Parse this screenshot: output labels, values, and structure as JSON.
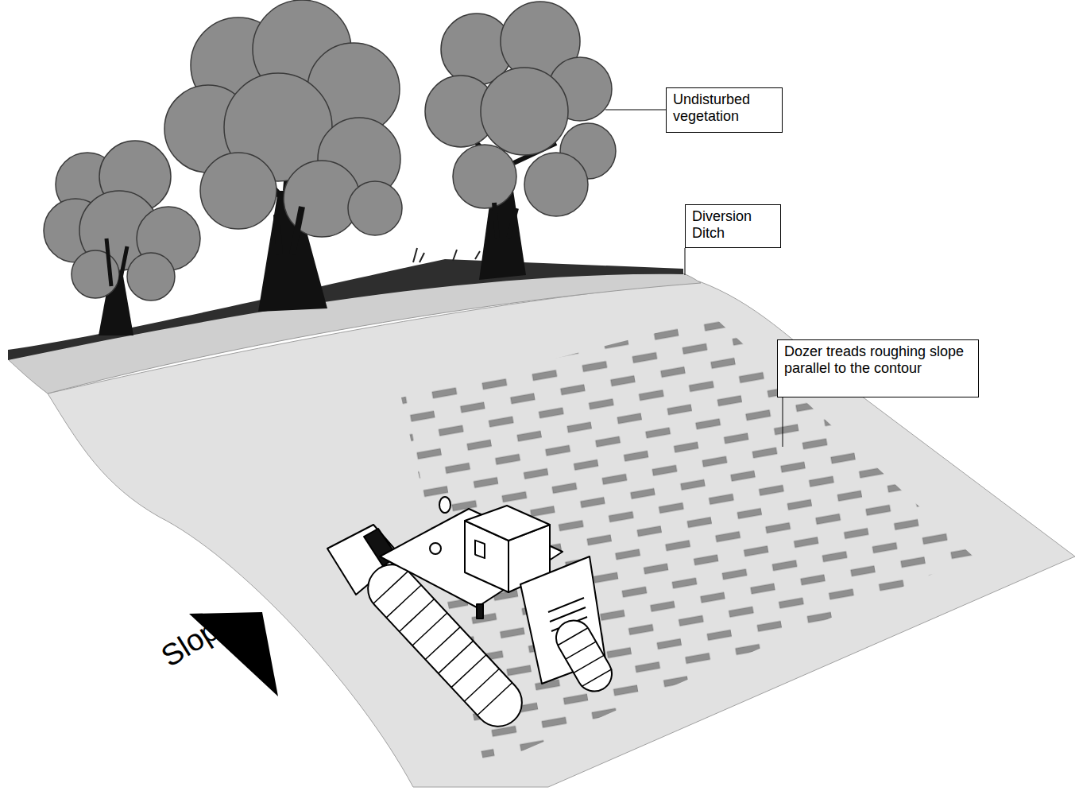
{
  "diagram": {
    "nodes": [
      {
        "text": [
          "Undisturbed vegetation"
        ]
      },
      {
        "text": [
          "Diversion Ditch"
        ]
      },
      {
        "text": [
          "Dozer treads roughing slope parallel to the contour"
        ]
      }
    ],
    "labels": [
      "Slope"
    ]
  }
}
